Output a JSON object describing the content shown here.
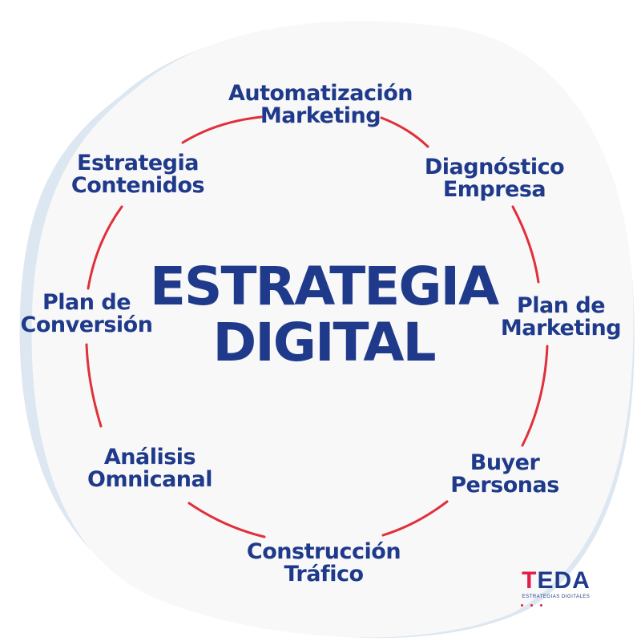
{
  "colors": {
    "text": "#1f3a8a",
    "ring": "#e0303a",
    "blob": "#f8f8f9",
    "blob_shadow": "#dde7f1",
    "logo_accent": "#e11d48"
  },
  "center": {
    "line1": "ESTRATEGIA",
    "line2": "DIGITAL"
  },
  "nodes": [
    {
      "line1": "Automatización",
      "line2": "Marketing"
    },
    {
      "line1": "Diagnóstico",
      "line2": "Empresa"
    },
    {
      "line1": "Plan de",
      "line2": "Marketing"
    },
    {
      "line1": "Buyer",
      "line2": "Personas"
    },
    {
      "line1": "Construcción",
      "line2": "Tráfico"
    },
    {
      "line1": "Análisis",
      "line2": "Omnicanal"
    },
    {
      "line1": "Plan de",
      "line2": "Conversión"
    },
    {
      "line1": "Estrategia",
      "line2": "Contenidos"
    }
  ],
  "logo": {
    "mark_t": "T",
    "mark_rest": "EDA",
    "subtitle": "ESTRATEGIAS DIGITALES"
  }
}
